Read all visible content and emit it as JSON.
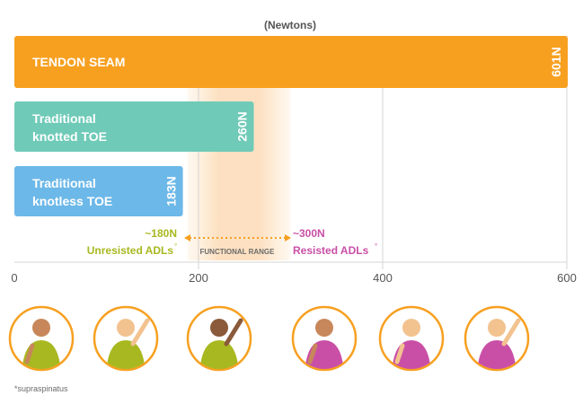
{
  "chart_data": {
    "type": "bar",
    "orientation": "horizontal",
    "title": "(Newtons)",
    "xlim": [
      0,
      600
    ],
    "x_ticks": [
      0,
      200,
      400,
      600
    ],
    "grid": true,
    "categories": [
      [
        "TENDON SEAM"
      ],
      [
        "Traditional",
        "knotted TOE"
      ],
      [
        "Traditional",
        "knotless TOE"
      ]
    ],
    "values": [
      601,
      260,
      183
    ],
    "value_labels": [
      "601N",
      "260N",
      "183N"
    ],
    "colors": [
      "#f7a020",
      "#6fcab8",
      "#6cb8e8"
    ],
    "functional_range": {
      "label": "FUNCTIONAL RANGE",
      "start": 180,
      "end": 300,
      "low_value_label": "~180N",
      "low_text": "Unresisted ADLs",
      "low_marker": "°",
      "low_color": "#a8b820",
      "high_value_label": "~300N",
      "high_text": "Resisted ADLs",
      "high_marker": "°",
      "high_color": "#c94fa6",
      "arrow_color": "#f7a020"
    },
    "activity_icons": [
      {
        "name": "brushing-hair-icon",
        "group": "unresisted"
      },
      {
        "name": "arm-abduction-icon",
        "group": "unresisted"
      },
      {
        "name": "reaching-behind-head-icon",
        "group": "unresisted"
      },
      {
        "name": "lifting-bag-icon",
        "group": "resisted"
      },
      {
        "name": "driving-icon",
        "group": "resisted"
      },
      {
        "name": "lifting-child-icon",
        "group": "resisted"
      }
    ],
    "icon_ring_color": "#f7a020"
  },
  "footnote": "*supraspinatus"
}
